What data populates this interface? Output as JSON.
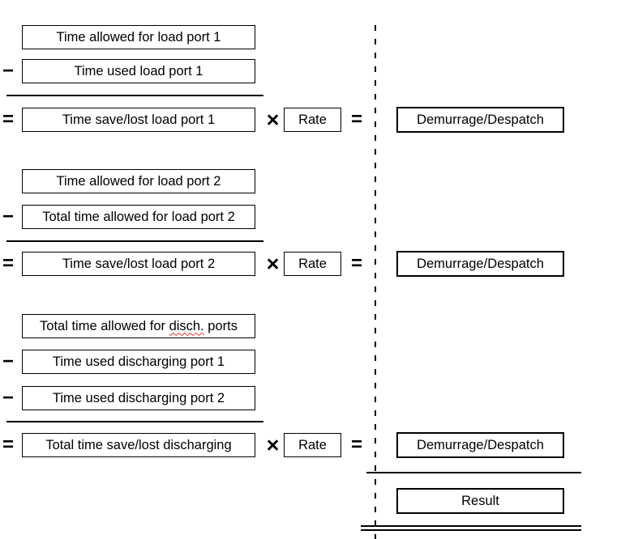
{
  "diagram": {
    "colors": {
      "ink": "#000000",
      "spellcheck_underline": "#e03030"
    },
    "groups": [
      {
        "terms": [
          {
            "operator": "",
            "label": "Time allowed for load port 1"
          },
          {
            "operator": "−",
            "label": "Time used load port 1"
          }
        ],
        "result": {
          "equals": "=",
          "label": "Time save/lost load port 1",
          "times": "×",
          "rate_label": "Rate",
          "equals_right": "=",
          "output_label": "Demurrage/Despatch"
        }
      },
      {
        "terms": [
          {
            "operator": "",
            "label": "Time allowed for load port 2"
          },
          {
            "operator": "−",
            "label": "Total time allowed for load port 2"
          }
        ],
        "result": {
          "equals": "=",
          "label": "Time save/lost load port 2",
          "times": "×",
          "rate_label": "Rate",
          "equals_right": "=",
          "output_label": "Demurrage/Despatch"
        }
      },
      {
        "terms": [
          {
            "operator": "",
            "label_prefix": "Total time allowed for ",
            "misspelled_word": "disch.",
            "label_suffix": " ports"
          },
          {
            "operator": "−",
            "label": "Time used discharging port 1"
          },
          {
            "operator": "−",
            "label": "Time used discharging port 2"
          }
        ],
        "result": {
          "equals": "=",
          "label": "Total time save/lost discharging",
          "times": "×",
          "rate_label": "Rate",
          "equals_right": "=",
          "output_label": "Demurrage/Despatch"
        }
      }
    ],
    "final": {
      "result_label": "Result"
    }
  }
}
